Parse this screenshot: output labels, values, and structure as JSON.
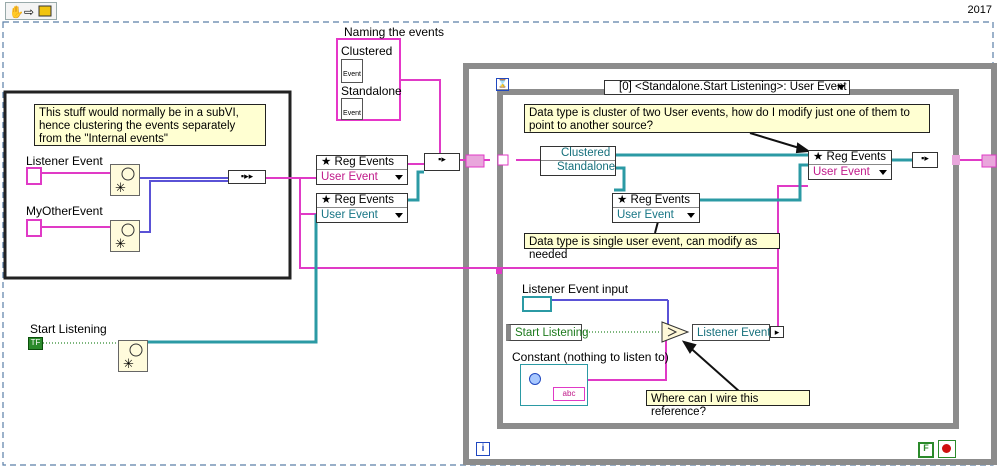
{
  "year": "2017",
  "toolbar": {
    "icons": [
      "hand-icon",
      "arrow-icon",
      "run-icon"
    ]
  },
  "left_group": {
    "comment": "This stuff would normally be in a subVI, hence clustering the events separately from the \"Internal events\"",
    "listener_event_label": "Listener Event",
    "my_other_event_label": "MyOtherEvent"
  },
  "naming": {
    "title": "Naming the events",
    "clustered": "Clustered",
    "standalone": "Standalone",
    "event_text": "Event"
  },
  "reg_events_top": {
    "title": "Reg Events",
    "item": "User Event"
  },
  "reg_events_bottom": {
    "title": "Reg Events",
    "item": "User Event"
  },
  "start_listening_label": "Start Listening",
  "event_structure": {
    "case_label": "[0] <Standalone.Start Listening>: User Event",
    "comment_top": "Data type is cluster of two User events, how do I modify just one of them to point to another source?",
    "comment_mid": "Data type is single user event, can modify as needed",
    "clustered": "Clustered",
    "standalone": "Standalone",
    "reg_events_right": {
      "title": "Reg Events",
      "item": "User Event"
    },
    "reg_events_inner": {
      "title": "Reg Events",
      "item": "User Event"
    },
    "listener_event_input_label": "Listener Event input",
    "start_listening": "Start Listening",
    "listener_event": "Listener Event",
    "constant_label": "Constant (nothing to listen to)",
    "constant_text": "abc",
    "comment_question": "Where can I wire this reference?",
    "info_glyph": "i",
    "stop_constant": "F"
  }
}
